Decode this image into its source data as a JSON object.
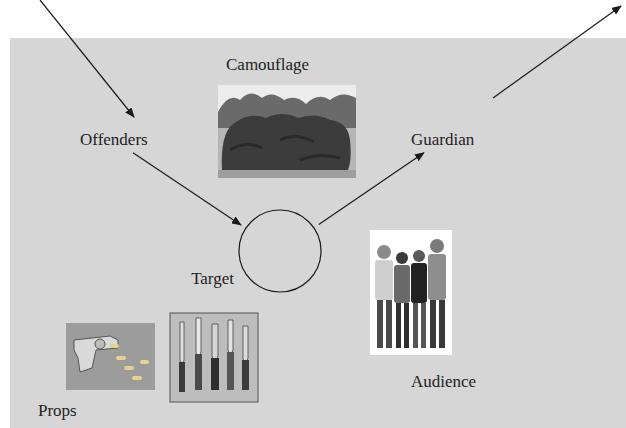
{
  "diagram": {
    "nodes": [
      {
        "text": [
          "Offenders"
        ]
      },
      {
        "text": [
          "Target"
        ]
      },
      {
        "text": [
          "Guardian"
        ]
      }
    ],
    "edges": [
      {
        "from": 0,
        "to": 1,
        "arrow": "to"
      },
      {
        "from": 1,
        "to": 2,
        "arrow": "to"
      }
    ],
    "labels": [
      "Camouflage",
      "Audience",
      "Props"
    ]
  }
}
